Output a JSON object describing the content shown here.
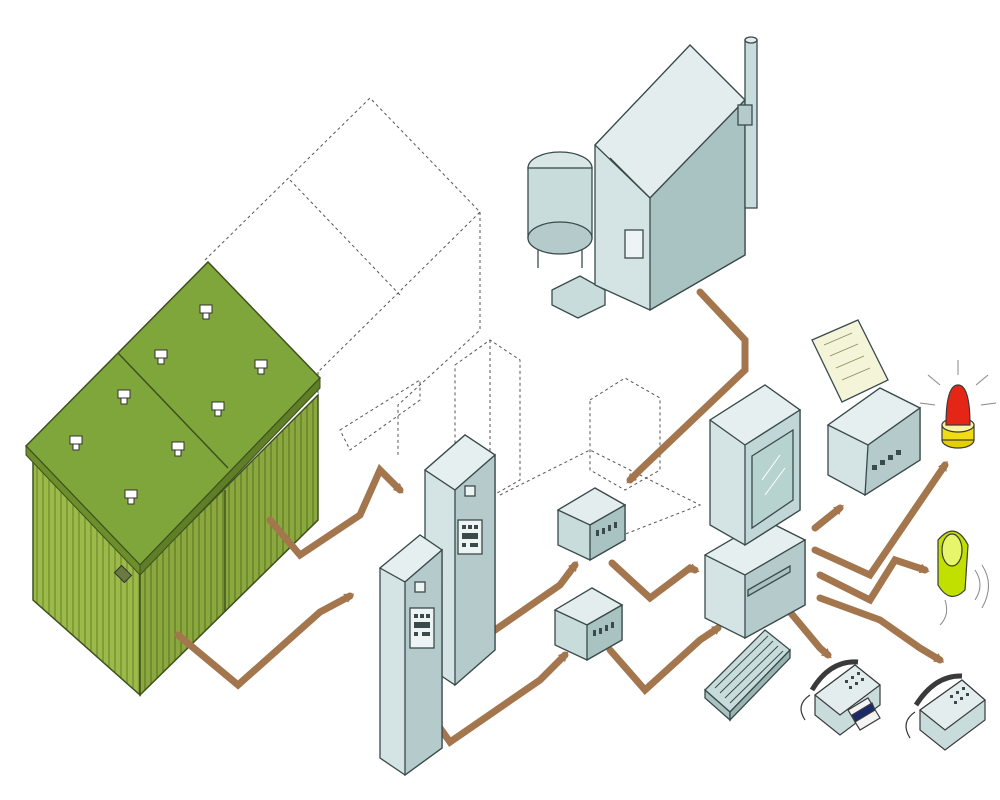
{
  "diagram": {
    "components": [
      {
        "id": "storage-building",
        "icon": "building-icon",
        "roof_color": "#7fa63a",
        "wall_color": "#9cba4a"
      },
      {
        "id": "planned-extension",
        "icon": "dashed-outline-icon"
      },
      {
        "id": "boiler-plant",
        "icon": "boiler-icon"
      },
      {
        "id": "control-cabinet-1",
        "icon": "cabinet-icon"
      },
      {
        "id": "control-cabinet-2",
        "icon": "cabinet-icon"
      },
      {
        "id": "interface-module-1",
        "icon": "module-icon"
      },
      {
        "id": "interface-module-2",
        "icon": "module-icon"
      },
      {
        "id": "computer",
        "icon": "computer-icon"
      },
      {
        "id": "keyboard",
        "icon": "keyboard-icon"
      },
      {
        "id": "printer",
        "icon": "printer-icon"
      },
      {
        "id": "warning-beacon",
        "icon": "alarm-light-icon",
        "color": "#e52617"
      },
      {
        "id": "pager",
        "icon": "pager-icon",
        "color": "#b5d400"
      },
      {
        "id": "telephone-1",
        "icon": "telephone-icon"
      },
      {
        "id": "telephone-2",
        "icon": "telephone-icon"
      }
    ],
    "colors": {
      "pipe": "#a4764e",
      "pipe_edge": "#6b4a2d",
      "equipment": "#c9dcdc",
      "equipment_dark": "#a9c2c2",
      "outline": "#3a4a4a"
    }
  }
}
